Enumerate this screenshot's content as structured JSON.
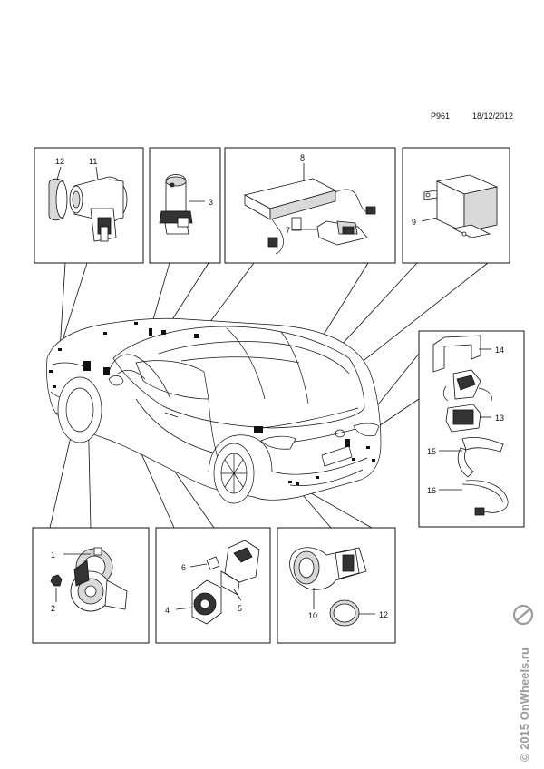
{
  "header": {
    "page_code": "P961",
    "date": "18/12/2012"
  },
  "callouts": {
    "c1": "1",
    "c2": "2",
    "c3": "3",
    "c4": "4",
    "c5": "5",
    "c6": "6",
    "c7": "7",
    "c8": "8",
    "c9": "9",
    "c10": "10",
    "c11": "11",
    "c12a": "12",
    "c12b": "12",
    "c13": "13",
    "c14": "14",
    "c15": "15",
    "c16": "16"
  },
  "watermark": {
    "text": "© 2015 OnWheels.ru"
  },
  "colors": {
    "line": "#111111",
    "background": "#ffffff",
    "watermark": "#9a9a9a"
  }
}
